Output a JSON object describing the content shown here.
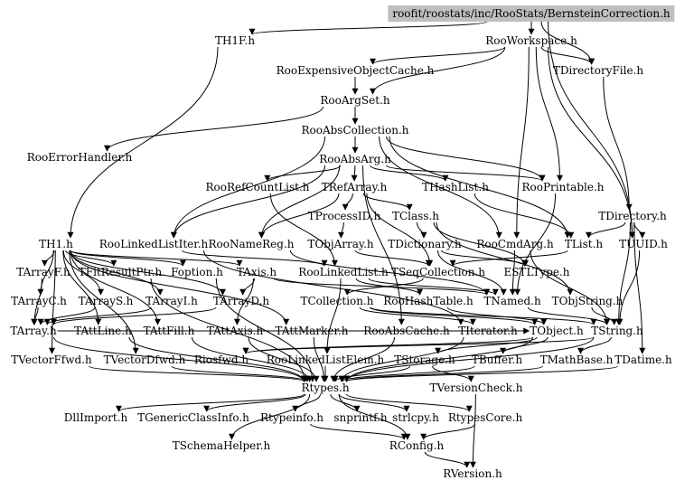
{
  "diagram": {
    "root": "roofit/roostats/inc/RooStats/BernsteinCorrection.h",
    "colors": {
      "root_fill": "#bfbfbf",
      "edge": "#000000",
      "background": "#ffffff"
    },
    "nodes": [
      {
        "id": "root",
        "label": "roofit/roostats/inc/RooStats/BernsteinCorrection.h"
      },
      {
        "id": "TH1F",
        "label": "TH1F.h"
      },
      {
        "id": "RooWorkspace",
        "label": "RooWorkspace.h"
      },
      {
        "id": "RooExpensiveObjectCache",
        "label": "RooExpensiveObjectCache.h"
      },
      {
        "id": "TDirectoryFile",
        "label": "TDirectoryFile.h"
      },
      {
        "id": "RooArgSet",
        "label": "RooArgSet.h"
      },
      {
        "id": "RooAbsCollection",
        "label": "RooAbsCollection.h"
      },
      {
        "id": "RooErrorHandler",
        "label": "RooErrorHandler.h"
      },
      {
        "id": "RooAbsArg",
        "label": "RooAbsArg.h"
      },
      {
        "id": "RooRefCountList",
        "label": "RooRefCountList.h"
      },
      {
        "id": "TRefArray",
        "label": "TRefArray.h"
      },
      {
        "id": "THashList",
        "label": "THashList.h"
      },
      {
        "id": "RooPrintable",
        "label": "RooPrintable.h"
      },
      {
        "id": "TProcessID",
        "label": "TProcessID.h"
      },
      {
        "id": "TClass",
        "label": "TClass.h"
      },
      {
        "id": "TDirectory",
        "label": "TDirectory.h"
      },
      {
        "id": "TH1",
        "label": "TH1.h"
      },
      {
        "id": "RooLinkedListIter",
        "label": "RooLinkedListIter.h"
      },
      {
        "id": "RooNameReg",
        "label": "RooNameReg.h"
      },
      {
        "id": "TObjArray",
        "label": "TObjArray.h"
      },
      {
        "id": "TDictionary",
        "label": "TDictionary.h"
      },
      {
        "id": "RooCmdArg",
        "label": "RooCmdArg.h"
      },
      {
        "id": "TList",
        "label": "TList.h"
      },
      {
        "id": "TUUID",
        "label": "TUUID.h"
      },
      {
        "id": "TArrayF",
        "label": "TArrayF.h"
      },
      {
        "id": "TFitResultPtr",
        "label": "TFitResultPtr.h"
      },
      {
        "id": "Foption",
        "label": "Foption.h"
      },
      {
        "id": "TAxis",
        "label": "TAxis.h"
      },
      {
        "id": "RooLinkedList",
        "label": "RooLinkedList.h"
      },
      {
        "id": "TSeqCollection",
        "label": "TSeqCollection.h"
      },
      {
        "id": "ESTLType",
        "label": "ESTLType.h"
      },
      {
        "id": "TArrayC",
        "label": "TArrayC.h"
      },
      {
        "id": "TArrayS",
        "label": "TArrayS.h"
      },
      {
        "id": "TArrayI",
        "label": "TArrayI.h"
      },
      {
        "id": "TArrayD",
        "label": "TArrayD.h"
      },
      {
        "id": "TCollection",
        "label": "TCollection.h"
      },
      {
        "id": "RooHashTable",
        "label": "RooHashTable.h"
      },
      {
        "id": "TNamed",
        "label": "TNamed.h"
      },
      {
        "id": "TObjString",
        "label": "TObjString.h"
      },
      {
        "id": "TArray",
        "label": "TArray.h"
      },
      {
        "id": "TAttLine",
        "label": "TAttLine.h"
      },
      {
        "id": "TAttFill",
        "label": "TAttFill.h"
      },
      {
        "id": "TAttAxis",
        "label": "TAttAxis.h"
      },
      {
        "id": "TAttMarker",
        "label": "TAttMarker.h"
      },
      {
        "id": "RooAbsCache",
        "label": "RooAbsCache.h"
      },
      {
        "id": "TIterator",
        "label": "TIterator.h"
      },
      {
        "id": "TObject",
        "label": "TObject.h"
      },
      {
        "id": "TString",
        "label": "TString.h"
      },
      {
        "id": "TVectorFfwd",
        "label": "TVectorFfwd.h"
      },
      {
        "id": "TVectorDfwd",
        "label": "TVectorDfwd.h"
      },
      {
        "id": "Riosfwd",
        "label": "Riosfwd.h"
      },
      {
        "id": "RooLinkedListElem",
        "label": "RooLinkedListElem.h"
      },
      {
        "id": "TStorage",
        "label": "TStorage.h"
      },
      {
        "id": "TBuffer",
        "label": "TBuffer.h"
      },
      {
        "id": "TMathBase",
        "label": "TMathBase.h"
      },
      {
        "id": "TDatime",
        "label": "TDatime.h"
      },
      {
        "id": "Rtypes",
        "label": "Rtypes.h"
      },
      {
        "id": "TVersionCheck",
        "label": "TVersionCheck.h"
      },
      {
        "id": "DllImport",
        "label": "DllImport.h"
      },
      {
        "id": "TGenericClassInfo",
        "label": "TGenericClassInfo.h"
      },
      {
        "id": "Rtypeinfo",
        "label": "Rtypeinfo.h"
      },
      {
        "id": "snprintf",
        "label": "snprintf.h"
      },
      {
        "id": "strlcpy",
        "label": "strlcpy.h"
      },
      {
        "id": "RtypesCore",
        "label": "RtypesCore.h"
      },
      {
        "id": "TSchemaHelper",
        "label": "TSchemaHelper.h"
      },
      {
        "id": "RConfig",
        "label": "RConfig.h"
      },
      {
        "id": "RVersion",
        "label": "RVersion.h"
      }
    ],
    "edges": [
      [
        "root",
        "TH1F"
      ],
      [
        "root",
        "RooWorkspace"
      ],
      [
        "root",
        "TDirectoryFile"
      ],
      [
        "root",
        "TUUID"
      ],
      [
        "TH1F",
        "TH1"
      ],
      [
        "RooWorkspace",
        "RooExpensiveObjectCache"
      ],
      [
        "RooWorkspace",
        "TDirectoryFile"
      ],
      [
        "RooWorkspace",
        "RooArgSet"
      ],
      [
        "RooWorkspace",
        "RooCmdArg"
      ],
      [
        "RooWorkspace",
        "TUUID"
      ],
      [
        "RooWorkspace",
        "RooPrintable"
      ],
      [
        "RooExpensiveObjectCache",
        "RooArgSet"
      ],
      [
        "TDirectoryFile",
        "TDirectory"
      ],
      [
        "RooArgSet",
        "RooAbsCollection"
      ],
      [
        "RooArgSet",
        "RooErrorHandler"
      ],
      [
        "RooAbsCollection",
        "RooAbsArg"
      ],
      [
        "RooAbsCollection",
        "RooPrintable"
      ],
      [
        "RooAbsCollection",
        "RooLinkedListIter"
      ],
      [
        "RooAbsCollection",
        "TList"
      ],
      [
        "RooAbsCollection",
        "RooCmdArg"
      ],
      [
        "RooAbsArg",
        "RooRefCountList"
      ],
      [
        "RooAbsArg",
        "TRefArray"
      ],
      [
        "RooAbsArg",
        "THashList"
      ],
      [
        "RooAbsArg",
        "RooPrintable"
      ],
      [
        "RooAbsArg",
        "RooNameReg"
      ],
      [
        "RooAbsArg",
        "RooLinkedListIter"
      ],
      [
        "RooAbsArg",
        "RooAbsCache"
      ],
      [
        "RooRefCountList",
        "RooLinkedList"
      ],
      [
        "TRefArray",
        "TProcessID"
      ],
      [
        "TRefArray",
        "TClass"
      ],
      [
        "TRefArray",
        "TSeqCollection"
      ],
      [
        "TRefArray",
        "RooNameReg"
      ],
      [
        "THashList",
        "TList"
      ],
      [
        "RooPrintable",
        "TNamed"
      ],
      [
        "TProcessID",
        "TObjArray"
      ],
      [
        "TClass",
        "TDictionary"
      ],
      [
        "TClass",
        "TObjString"
      ],
      [
        "TClass",
        "ESTLType"
      ],
      [
        "TDirectory",
        "TList"
      ],
      [
        "TDirectory",
        "TUUID"
      ],
      [
        "TDirectory",
        "TDatime"
      ],
      [
        "TDirectory",
        "TString"
      ],
      [
        "TH1",
        "TArrayF"
      ],
      [
        "TH1",
        "TFitResultPtr"
      ],
      [
        "TH1",
        "Foption"
      ],
      [
        "TH1",
        "TAxis"
      ],
      [
        "TH1",
        "TArrayC"
      ],
      [
        "TH1",
        "TArrayS"
      ],
      [
        "TH1",
        "TArrayI"
      ],
      [
        "TH1",
        "TArrayD"
      ],
      [
        "TH1",
        "TAttLine"
      ],
      [
        "TH1",
        "TAttFill"
      ],
      [
        "TH1",
        "TAttMarker"
      ],
      [
        "TH1",
        "TVectorFfwd"
      ],
      [
        "TH1",
        "TVectorDfwd"
      ],
      [
        "RooLinkedListIter",
        "RooLinkedList"
      ],
      [
        "RooLinkedListIter",
        "TIterator"
      ],
      [
        "RooNameReg",
        "TNamed"
      ],
      [
        "TObjArray",
        "TSeqCollection"
      ],
      [
        "TDictionary",
        "TNamed"
      ],
      [
        "TDictionary",
        "ESTLType"
      ],
      [
        "RooCmdArg",
        "TNamed"
      ],
      [
        "RooCmdArg",
        "TString"
      ],
      [
        "TList",
        "TSeqCollection"
      ],
      [
        "TUUID",
        "TString"
      ],
      [
        "TArrayF",
        "TArray"
      ],
      [
        "TArrayC",
        "TArray"
      ],
      [
        "TArrayS",
        "TArray"
      ],
      [
        "TArrayI",
        "TArray"
      ],
      [
        "TArrayD",
        "TArray"
      ],
      [
        "TFitResultPtr",
        "Rtypes"
      ],
      [
        "Foption",
        "Rtypes"
      ],
      [
        "TAxis",
        "TNamed"
      ],
      [
        "TAxis",
        "TAttAxis"
      ],
      [
        "TAxis",
        "TArrayD"
      ],
      [
        "RooLinkedList",
        "RooHashTable"
      ],
      [
        "RooLinkedList",
        "RooLinkedListElem"
      ],
      [
        "RooLinkedList",
        "TNamed"
      ],
      [
        "TSeqCollection",
        "TCollection"
      ],
      [
        "TCollection",
        "TObject"
      ],
      [
        "TCollection",
        "TIterator"
      ],
      [
        "TCollection",
        "TString"
      ],
      [
        "RooHashTable",
        "TObject"
      ],
      [
        "TNamed",
        "TString"
      ],
      [
        "TObjString",
        "TString"
      ],
      [
        "TArray",
        "TObject"
      ],
      [
        "TArray",
        "Rtypes"
      ],
      [
        "TAttLine",
        "Rtypes"
      ],
      [
        "TAttFill",
        "Rtypes"
      ],
      [
        "TAttAxis",
        "Rtypes"
      ],
      [
        "TAttMarker",
        "Rtypes"
      ],
      [
        "RooAbsCache",
        "Rtypes"
      ],
      [
        "TIterator",
        "Rtypes"
      ],
      [
        "TObject",
        "Rtypes"
      ],
      [
        "TObject",
        "TStorage"
      ],
      [
        "TObject",
        "Riosfwd"
      ],
      [
        "TObject",
        "TBuffer"
      ],
      [
        "TString",
        "TMathBase"
      ],
      [
        "TString",
        "Rtypes"
      ],
      [
        "TString",
        "Riosfwd"
      ],
      [
        "TVectorFfwd",
        "Rtypes"
      ],
      [
        "TVectorDfwd",
        "Rtypes"
      ],
      [
        "RooLinkedListElem",
        "Rtypes"
      ],
      [
        "TStorage",
        "Rtypes"
      ],
      [
        "TBuffer",
        "Rtypes"
      ],
      [
        "TMathBase",
        "Rtypes"
      ],
      [
        "TDatime",
        "Rtypes"
      ],
      [
        "TStorage",
        "TVersionCheck"
      ],
      [
        "Rtypes",
        "DllImport"
      ],
      [
        "Rtypes",
        "TGenericClassInfo"
      ],
      [
        "Rtypes",
        "Rtypeinfo"
      ],
      [
        "Rtypes",
        "snprintf"
      ],
      [
        "Rtypes",
        "strlcpy"
      ],
      [
        "Rtypes",
        "RtypesCore"
      ],
      [
        "Rtypes",
        "TSchemaHelper"
      ],
      [
        "Rtypes",
        "RConfig"
      ],
      [
        "TVersionCheck",
        "RVersion"
      ],
      [
        "RtypesCore",
        "RConfig"
      ],
      [
        "Rtypeinfo",
        "RConfig"
      ],
      [
        "RConfig",
        "RVersion"
      ]
    ]
  }
}
